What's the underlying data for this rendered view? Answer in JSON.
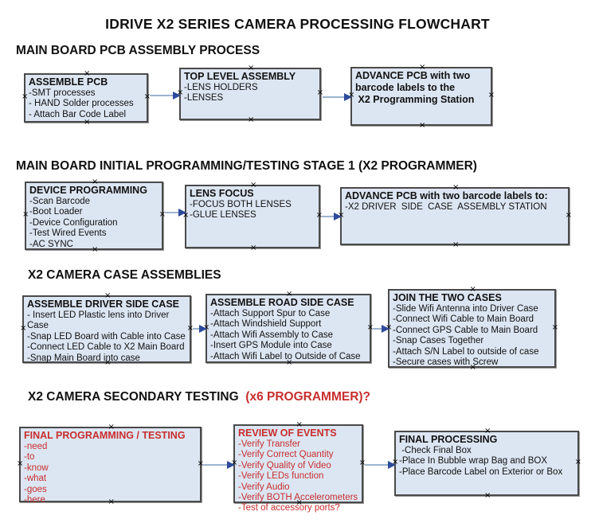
{
  "title": "IDRIVE X2  SERIES CAMERA PROCESSING FLOWCHART",
  "icons": {
    "anchor": "×"
  },
  "colors": {
    "box_fill": "#dce6f2",
    "box_border": "#4a4a4a",
    "red_text": "#c82e2e",
    "arrow_line": "#9db3cf",
    "arrow_head": "#2d4b9b"
  },
  "sections": [
    {
      "heading": "MAIN BOARD PCB ASSEMBLY PROCESS",
      "boxes": [
        {
          "title": "ASSEMBLE PCB",
          "items": [
            "-SMT processes",
            "- HAND Solder processes",
            "- Attach Bar Code Label"
          ]
        },
        {
          "title": "TOP LEVEL ASSEMBLY",
          "items": [
            "-LENS HOLDERS",
            "-LENSES"
          ]
        },
        {
          "title": "ADVANCE PCB with two\nbarcode labels to the\n X2 Programming Station",
          "items": []
        }
      ]
    },
    {
      "heading": "MAIN BOARD INITIAL PROGRAMMING/TESTING STAGE 1 (X2 PROGRAMMER)",
      "boxes": [
        {
          "title": "DEVICE PROGRAMMING",
          "items": [
            "-Scan Barcode",
            "-Boot Loader",
            "-Device Configuration",
            "-Test Wired Events",
            "-AC SYNC"
          ]
        },
        {
          "title": "LENS FOCUS",
          "items": [
            "-FOCUS BOTH LENSES",
            "-GLUE LENSES"
          ]
        },
        {
          "title": "ADVANCE PCB with two barcode labels to:",
          "items": [
            "-X2 DRIVER  SIDE  CASE  ASSEMBLY STATION"
          ]
        }
      ]
    },
    {
      "heading": "X2 CAMERA CASE ASSEMBLIES",
      "boxes": [
        {
          "title": "ASSEMBLE DRIVER SIDE CASE",
          "items": [
            "- Insert LED Plastic lens into Driver Case",
            "-Snap LED Board with Cable into Case",
            "-Connect LED Cable to X2 Main Board",
            "-Snap Main Board into case"
          ]
        },
        {
          "title": "ASSEMBLE ROAD SIDE CASE",
          "items": [
            "-Attach Support Spur to Case",
            "-Attach Windshield Support",
            "-Attach Wifi Assembly to Case",
            "-Insert GPS Module into Case",
            "-Attach Wifi Label to Outside of Case"
          ]
        },
        {
          "title": "JOIN THE TWO CASES",
          "items": [
            "-Slide Wifi Antenna into Driver Case",
            "-Connect Wifi Cable to Main Board",
            "-Connect GPS Cable to Main Board",
            "-Snap Cases Together",
            "-Attach S/N Label to outside of case",
            "-Secure cases with Screw"
          ]
        }
      ]
    },
    {
      "heading": "X2 CAMERA SECONDARY TESTING  ",
      "heading_red": "(x6 PROGRAMMER)?",
      "boxes": [
        {
          "title": "FINAL PROGRAMMING / TESTING",
          "items": [
            "-need",
            "-to",
            "-know",
            "-what",
            "-goes",
            "-here"
          ]
        },
        {
          "title": "REVIEW OF EVENTS",
          "items": [
            "-Verify Transfer",
            "-Verify Correct Quantity",
            "-Verify Quality of Video",
            "-Verify LEDs function",
            "-Verify Audio",
            "-Verify BOTH Accelerometers",
            "-Test of accessory ports?"
          ]
        },
        {
          "title": "FINAL PROCESSING",
          "items": [
            " -Check Final Box",
            "-Place In Bubble wrap Bag and BOX",
            "-Place Barcode Label on Exterior or Box"
          ]
        }
      ]
    }
  ]
}
